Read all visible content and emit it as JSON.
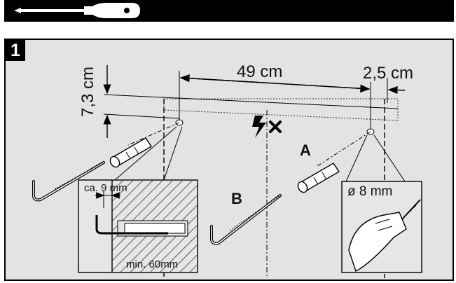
{
  "header": {
    "icon": "screwdriver-icon",
    "bar_color": "#000000"
  },
  "step": {
    "number": "1",
    "panel_color": "#e3e3e3"
  },
  "dimensions": {
    "spacing": "49 cm",
    "offset_right": "2,5 cm",
    "offset_top": "7,3 cm"
  },
  "labels": {
    "part_a": "A",
    "part_b": "B",
    "drill_diameter": "ø 8 mm",
    "depth_hint": "ca. 9 mm",
    "min_depth": "min. 60mm"
  },
  "icons": {
    "warning": "no-electric-cable-icon"
  }
}
